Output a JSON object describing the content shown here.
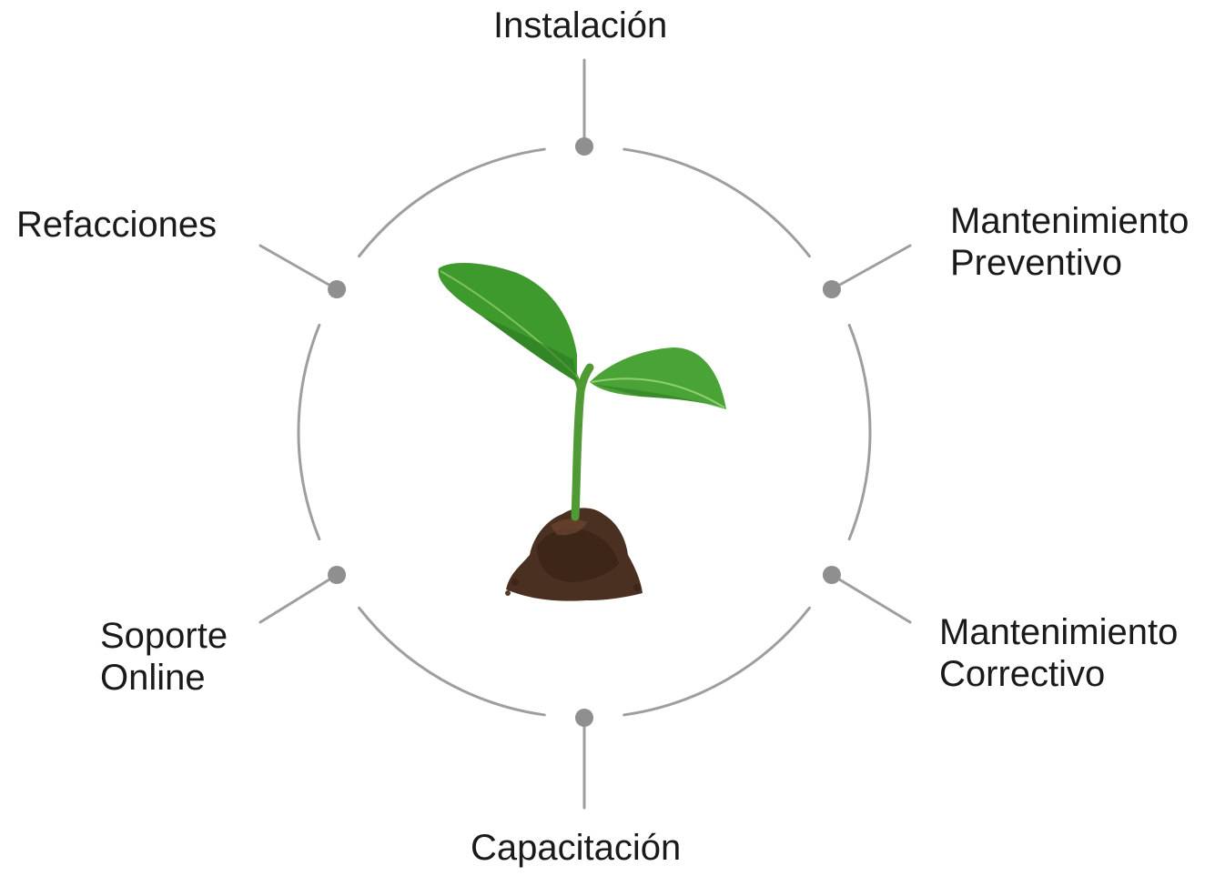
{
  "diagram": {
    "center_image": "seedling-in-soil",
    "colors": {
      "ring": "#9e9e9e",
      "node": "#8f8f8f",
      "text": "#1a1a1a",
      "leaf": "#3f9a2e",
      "leaf_dark": "#2c7a1f",
      "soil": "#4a3020"
    },
    "nodes": [
      {
        "lines": [
          "Instalación"
        ]
      },
      {
        "lines": [
          "Mantenimiento",
          "Preventivo"
        ]
      },
      {
        "lines": [
          "Mantenimiento",
          "Correctivo"
        ]
      },
      {
        "lines": [
          "Capacitación"
        ]
      },
      {
        "lines": [
          "Soporte",
          "Online"
        ]
      },
      {
        "lines": [
          "Refacciones"
        ]
      }
    ]
  }
}
